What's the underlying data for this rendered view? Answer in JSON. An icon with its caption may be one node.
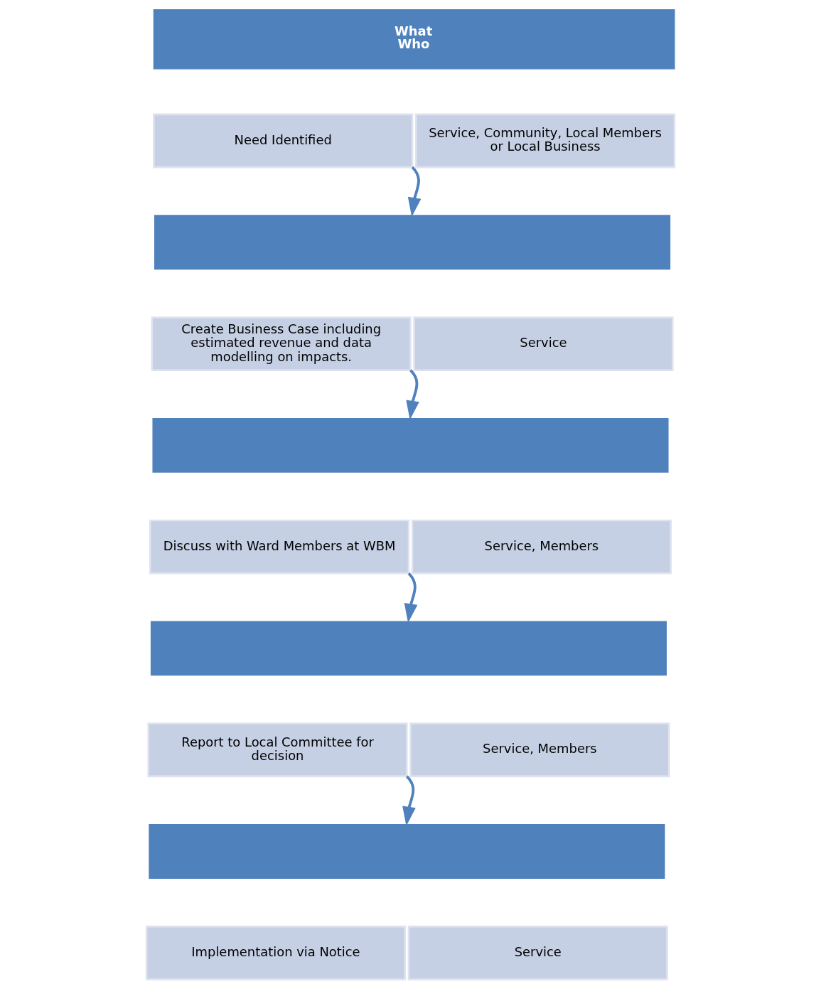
{
  "diagram": {
    "nodes": [
      {
        "text": [
          "What",
          "Who"
        ]
      },
      {
        "text": [
          "Need Identified"
        ]
      },
      {
        "text": [
          "Service, Community, Local Members or Local Business"
        ]
      },
      {
        "text": [],
        "shape": "bar"
      },
      {
        "text": [
          "Create Business Case including estimated revenue and data modelling on impacts."
        ]
      },
      {
        "text": [
          "Service"
        ]
      },
      {
        "text": [],
        "shape": "bar"
      },
      {
        "text": [
          "Discuss with Ward Members at WBM"
        ]
      },
      {
        "text": [
          "Service, Members"
        ]
      },
      {
        "text": [],
        "shape": "bar"
      },
      {
        "text": [
          "Report to Local Committee for decision"
        ]
      },
      {
        "text": [
          "Service, Members"
        ]
      },
      {
        "text": [],
        "shape": "bar"
      },
      {
        "text": [
          "Implementation via Notice"
        ]
      },
      {
        "text": [
          "Service"
        ]
      }
    ],
    "edges": [
      {
        "from": 1,
        "to": 3,
        "arrow": "to"
      },
      {
        "from": 4,
        "to": 6,
        "arrow": "to"
      },
      {
        "from": 7,
        "to": 9,
        "arrow": "to"
      },
      {
        "from": 10,
        "to": 12,
        "arrow": "to"
      }
    ]
  }
}
